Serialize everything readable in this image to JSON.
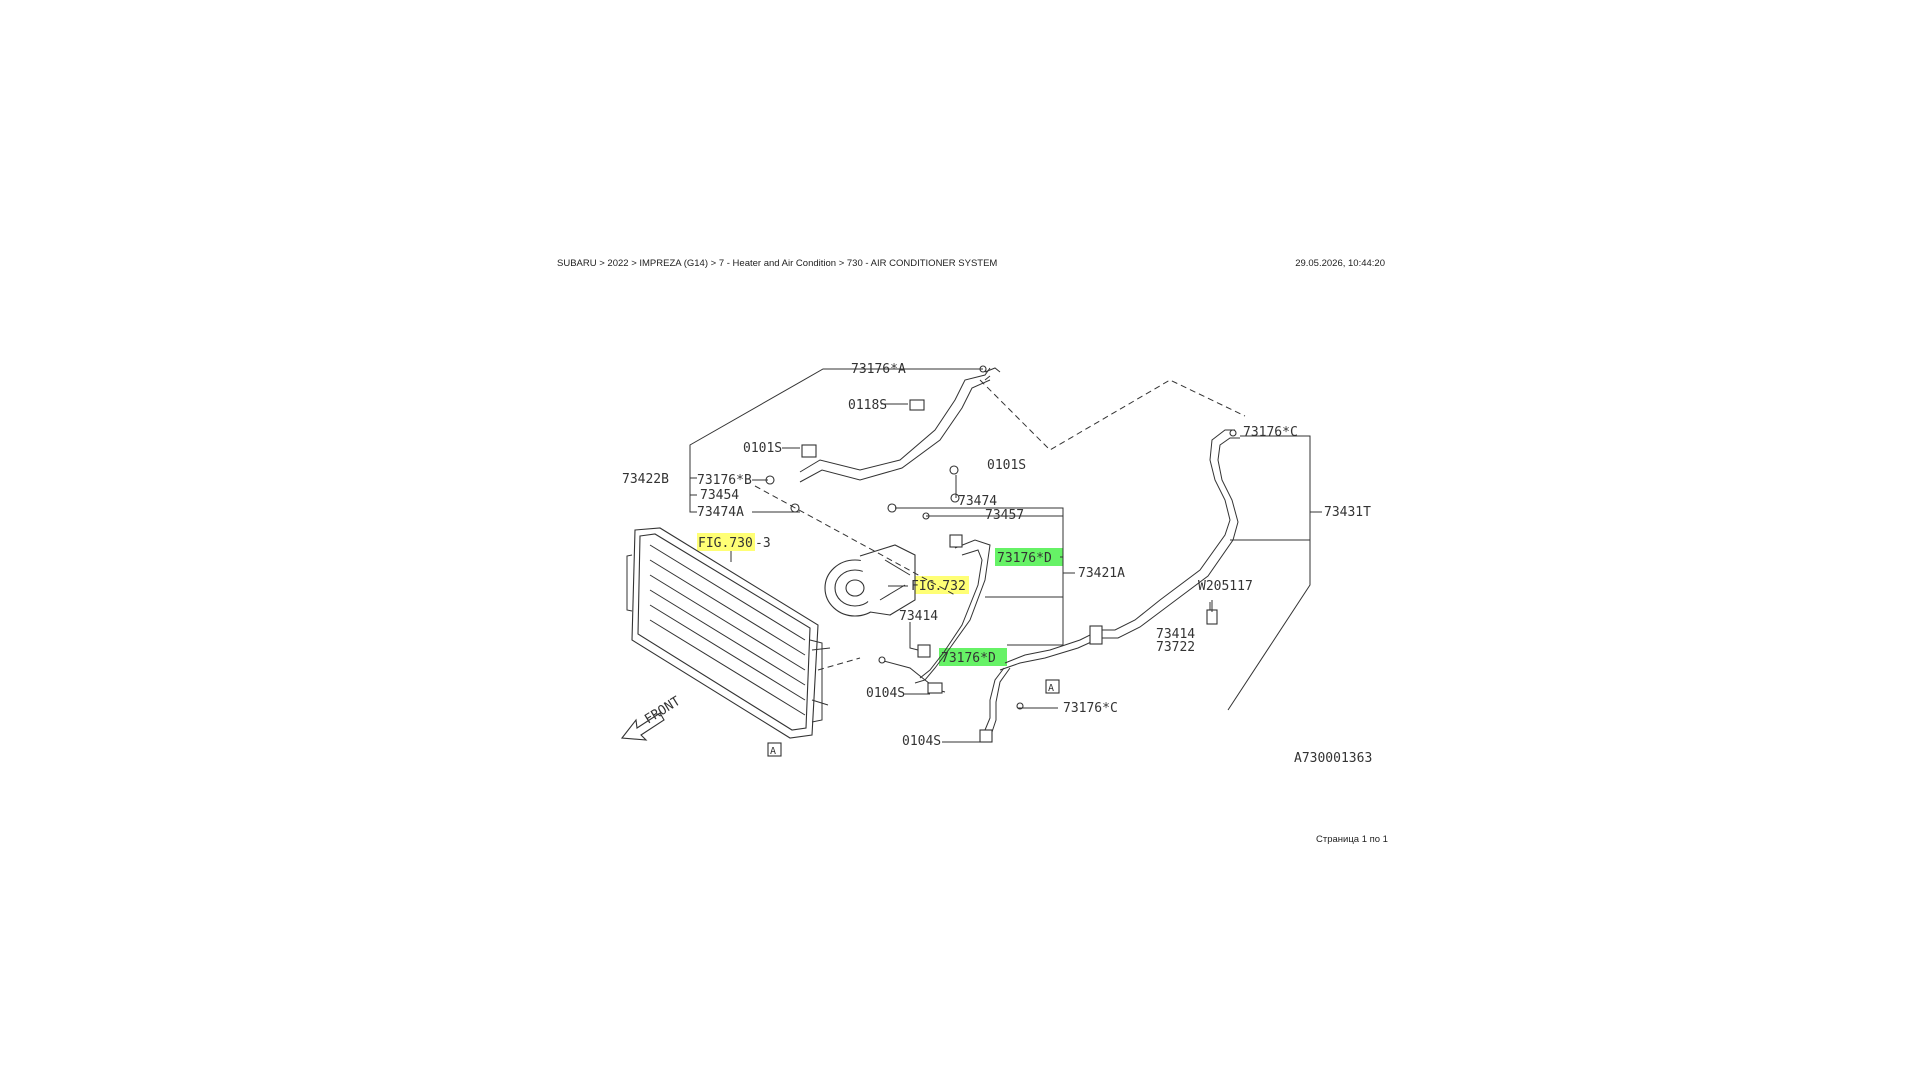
{
  "header": {
    "breadcrumb": "SUBARU > 2022 > IMPREZA (G14) > 7 - Heater and Air Condition > 730 - AIR CONDITIONER SYSTEM",
    "timestamp": "29.05.2026, 10:44:20"
  },
  "footer": {
    "page_info": "Страница 1 по 1"
  },
  "diagram": {
    "drawing_id": "A730001363",
    "front_label": "FRONT",
    "ref_marker": "A",
    "callouts": {
      "p73176A": "73176*A",
      "p0118S": "0118S",
      "p0101S_left": "0101S",
      "p73422B": "73422B",
      "p73176B": "73176*B",
      "p73454": "73454",
      "p73474A": "73474A",
      "fig730": "FIG.730",
      "fig730_suffix": "-3",
      "p0101S_center": "0101S",
      "p73474": "73474",
      "p73457": "73457",
      "p73176D_upper": "73176*D",
      "p73421A": "73421A",
      "fig732": "FIG.732",
      "p73414_center": "73414",
      "p73176D_lower": "73176*D",
      "p0104S_center": "0104S",
      "p0104S_bottom": "0104S",
      "p73176C_top": "73176*C",
      "p73431T": "73431T",
      "pW205117": "W205117",
      "p73414_right": "73414",
      "p73722": "73722",
      "p73176C_bottom": "73176*C"
    },
    "highlight_colors": {
      "figure_reference": "#ffff66",
      "selected_part": "#33ee33"
    }
  }
}
